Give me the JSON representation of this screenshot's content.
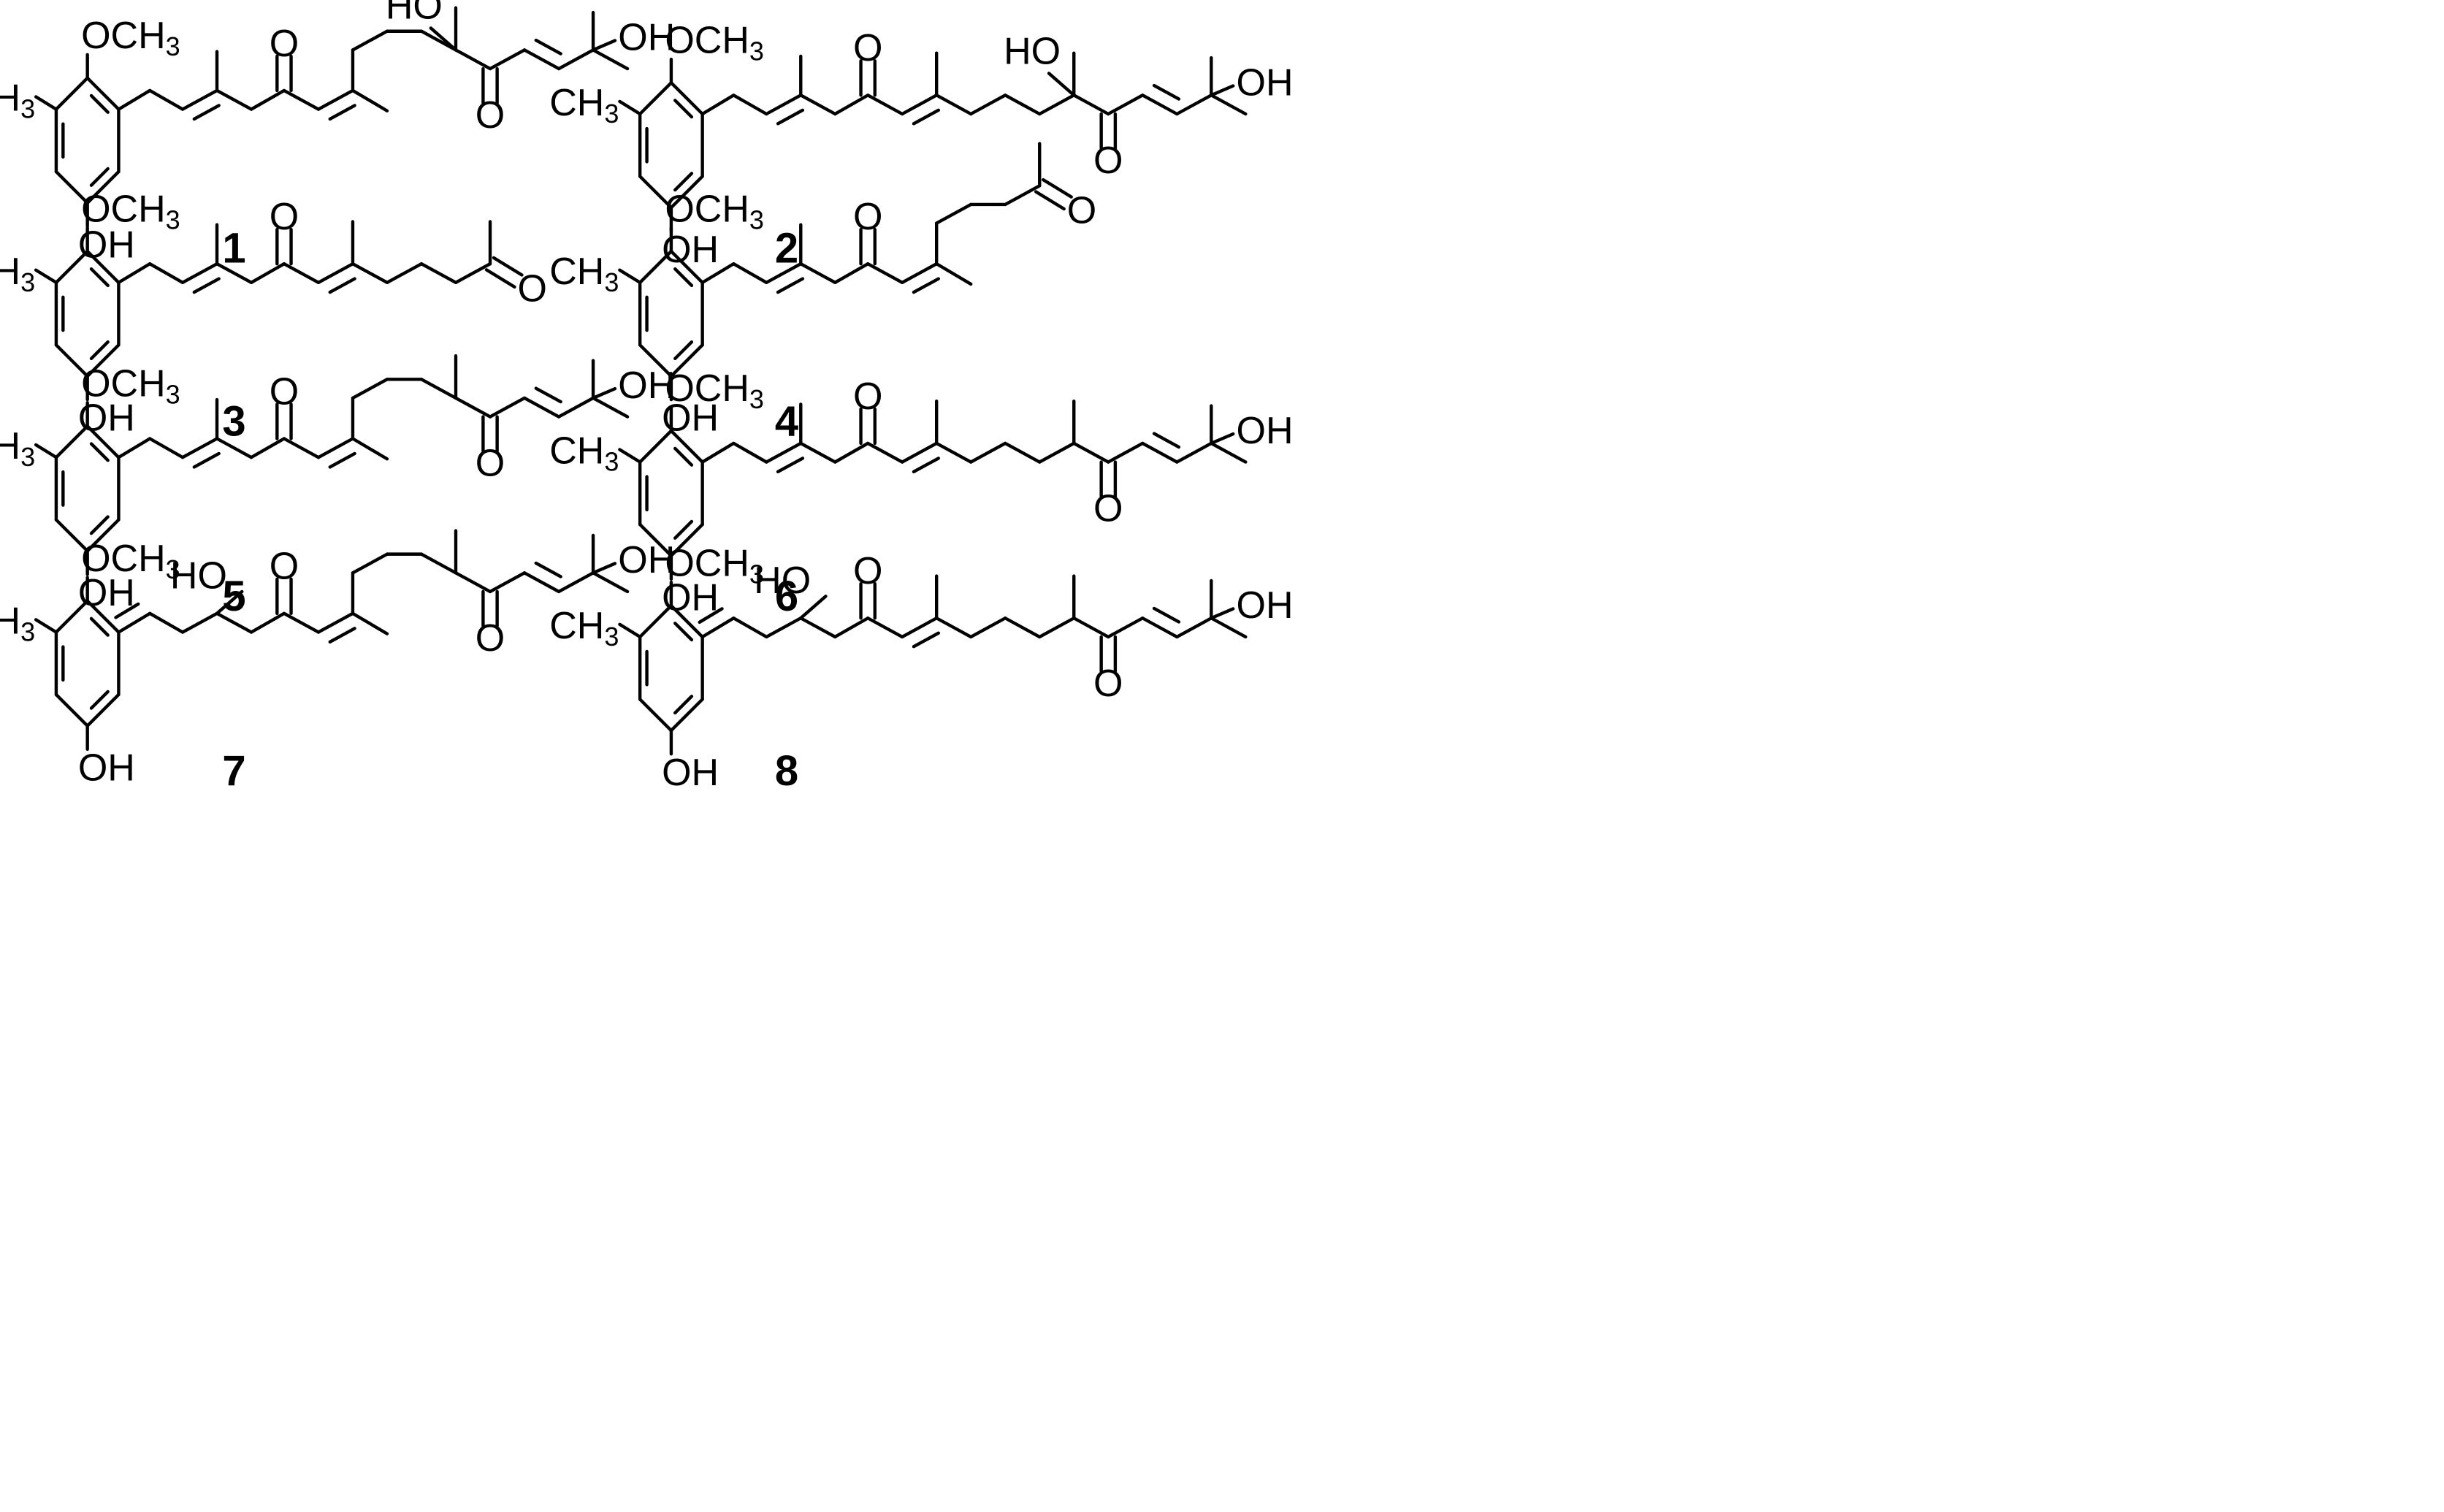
{
  "figure": {
    "compounds": [
      {
        "id": "1"
      },
      {
        "id": "2"
      },
      {
        "id": "3"
      },
      {
        "id": "4"
      },
      {
        "id": "5"
      },
      {
        "id": "6"
      },
      {
        "id": "7"
      },
      {
        "id": "8"
      }
    ],
    "atom_labels": {
      "methoxy": "OCH",
      "methoxy_sub": "3",
      "methyl": "CH",
      "methyl_sub": "3",
      "hydroxyl": "OH",
      "hydroxyl_left": "HO",
      "oxygen": "O"
    }
  }
}
